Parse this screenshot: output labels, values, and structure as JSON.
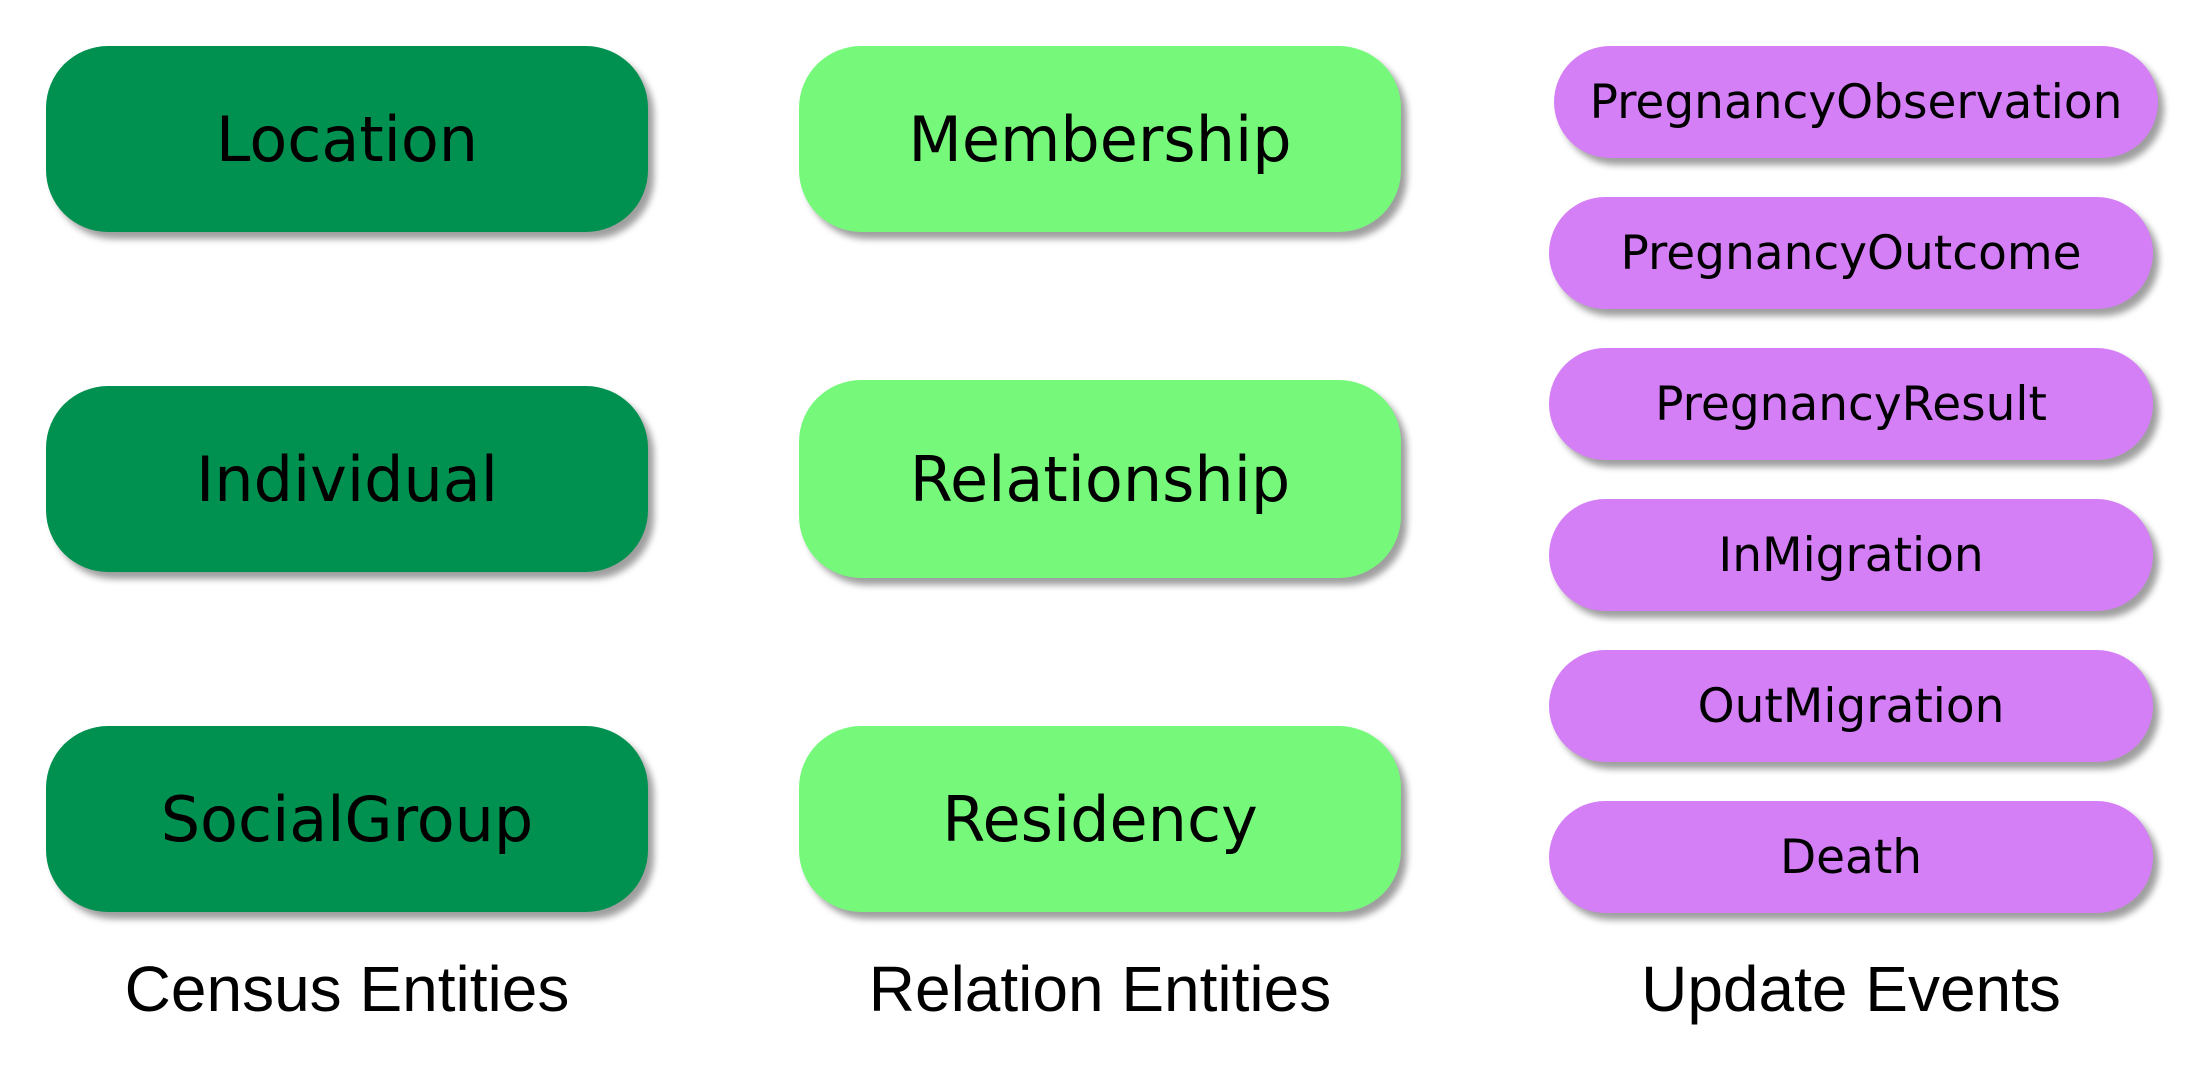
{
  "colors": {
    "census": "#00904f",
    "relation": "#76f97a",
    "event": "#d57ff7"
  },
  "census": {
    "caption": "Census Entities",
    "items": [
      "Location",
      "Individual",
      "SocialGroup"
    ]
  },
  "relation": {
    "caption": "Relation Entities",
    "items": [
      "Membership",
      "Relationship",
      "Residency"
    ]
  },
  "events": {
    "caption": "Update Events",
    "items": [
      "PregnancyObservation",
      "PregnancyOutcome",
      "PregnancyResult",
      "InMigration",
      "OutMigration",
      "Death"
    ]
  }
}
